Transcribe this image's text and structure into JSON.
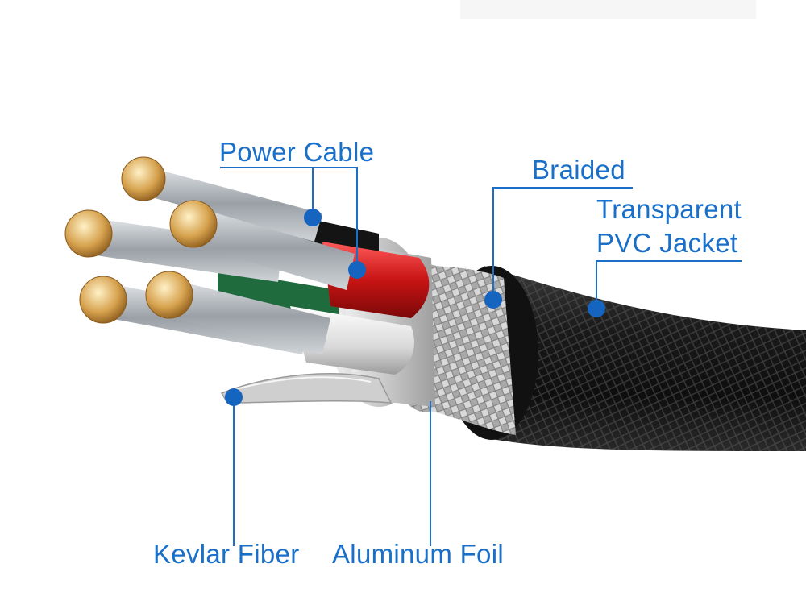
{
  "labels": {
    "power_cable": "Power Cable",
    "braided": "Braided",
    "transparent": "Transparent",
    "pvc_jacket": "PVC Jacket",
    "kevlar_fiber": "Kevlar Fiber",
    "aluminum_foil": "Aluminum Foil"
  },
  "colors": {
    "label_text": "#1a6fc9",
    "callout_line": "#1a6fc9",
    "callout_dot": "#1565c0",
    "jacket": "#1c1c1c",
    "braid": "#b8b8b8",
    "foil": "#d9d9d9",
    "red_wire": "#c81414",
    "green_wire": "#1f6b3e",
    "black_wire": "#141414",
    "white_wire": "#eeeeee",
    "copper": "#d6a24e",
    "strand": "#c9cdd2"
  }
}
